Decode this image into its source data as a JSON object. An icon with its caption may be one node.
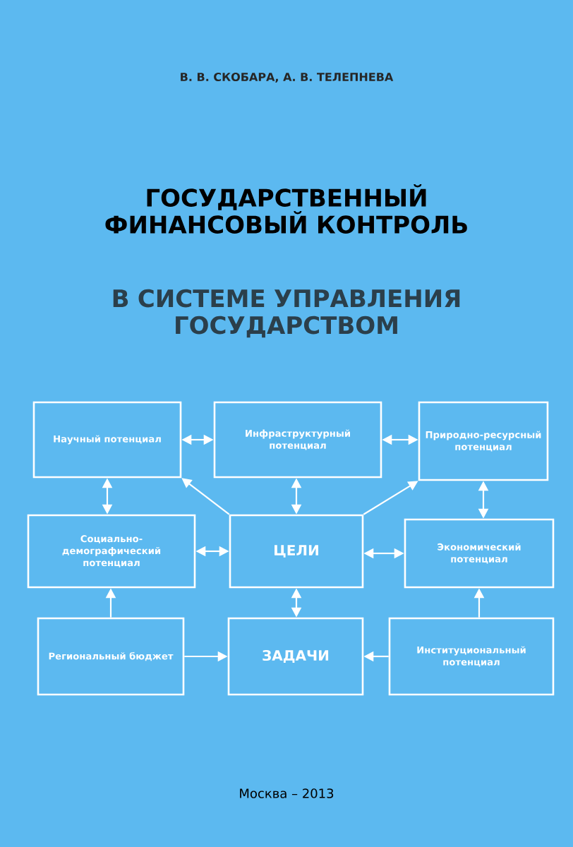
{
  "diagram": {
    "title": "ГОСУДАРСТВЕННЫЙ ФИНАНСОВЫЙ КОНТРОЛЬ",
    "nodes": [
      {
        "text": [
          "Научный потенциал"
        ]
      },
      {
        "text": [
          "Инфраструктурный потенциал"
        ]
      },
      {
        "text": [
          "Природно-ресурсный потенциал"
        ]
      },
      {
        "text": [
          "Социально-демографический потенциал"
        ]
      },
      {
        "text": [
          "ЦЕЛИ"
        ]
      },
      {
        "text": [
          "Экономический потенциал"
        ]
      },
      {
        "text": [
          "Региональный бюджет"
        ]
      },
      {
        "text": [
          "ЗАДАЧИ"
        ]
      },
      {
        "text": [
          "Институциональный потенциал"
        ]
      }
    ],
    "edges": [
      {
        "from": 0,
        "to": 1,
        "arrow": "both"
      },
      {
        "from": 1,
        "to": 2,
        "arrow": "both"
      },
      {
        "from": 0,
        "to": 3,
        "arrow": "both"
      },
      {
        "from": 4,
        "to": 0,
        "arrow": "to"
      },
      {
        "from": 4,
        "to": 1,
        "arrow": "both"
      },
      {
        "from": 4,
        "to": 2,
        "arrow": "to"
      },
      {
        "from": 2,
        "to": 5,
        "arrow": "both"
      },
      {
        "from": 3,
        "to": 4,
        "arrow": "both"
      },
      {
        "from": 4,
        "to": 5,
        "arrow": "both"
      },
      {
        "from": 4,
        "to": 7,
        "arrow": "both"
      },
      {
        "from": 6,
        "to": 3,
        "arrow": "to"
      },
      {
        "from": 6,
        "to": 7,
        "arrow": "to"
      },
      {
        "from": 8,
        "to": 7,
        "arrow": "to"
      },
      {
        "from": 8,
        "to": 5,
        "arrow": "to"
      }
    ],
    "labels": [
      "В. В. СКОБАРА, А. В. ТЕЛЕПНЕВА",
      "В СИСТЕМЕ УПРАВЛЕНИЯ ГОСУДАРСТВОМ",
      "Москва – 2013"
    ]
  }
}
